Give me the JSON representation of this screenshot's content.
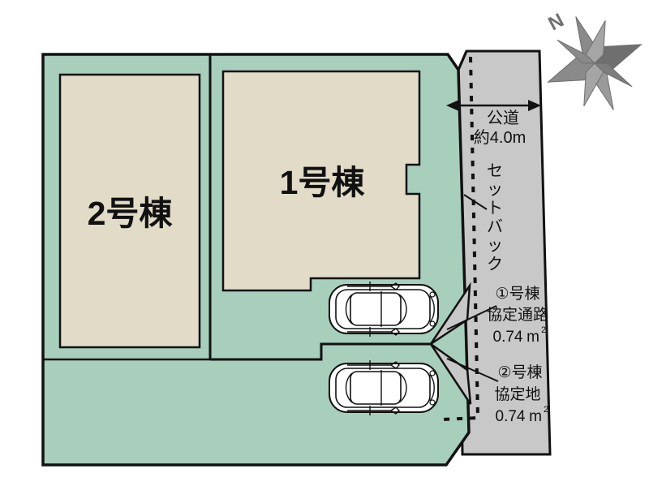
{
  "diagram": {
    "type": "site-plan",
    "title_visible": false,
    "colors": {
      "land_green": "#a8cebc",
      "building_beige": "#e2dbc8",
      "road_gray": "#c8c8c8",
      "outline_black": "#111111",
      "compass_gray": "#6f6f6f",
      "car_white": "#ffffff",
      "page_white": "#ffffff"
    },
    "buildings": [
      {
        "id": "bldg-2",
        "label": "2号棟"
      },
      {
        "id": "bldg-1",
        "label": "1号棟"
      }
    ],
    "road": {
      "dimension_label_line1": "公道",
      "dimension_label_line2": "約4.0m",
      "setback_label": "セットバック",
      "setback_chars": [
        "セ",
        "ッ",
        "ト",
        "バ",
        "ッ",
        "ク"
      ]
    },
    "annotations": [
      {
        "id": "note-1",
        "line1": "①号棟",
        "line2": "協定通路",
        "value": "0.74",
        "unit": "m",
        "unit_sup": "2"
      },
      {
        "id": "note-2",
        "line1": "②号棟",
        "line2": "協定地",
        "value": "0.74",
        "unit": "m",
        "unit_sup": "2"
      }
    ],
    "compass": {
      "north_label": "N"
    },
    "parking": [
      {
        "id": "car-upper"
      },
      {
        "id": "car-lower"
      }
    ]
  }
}
